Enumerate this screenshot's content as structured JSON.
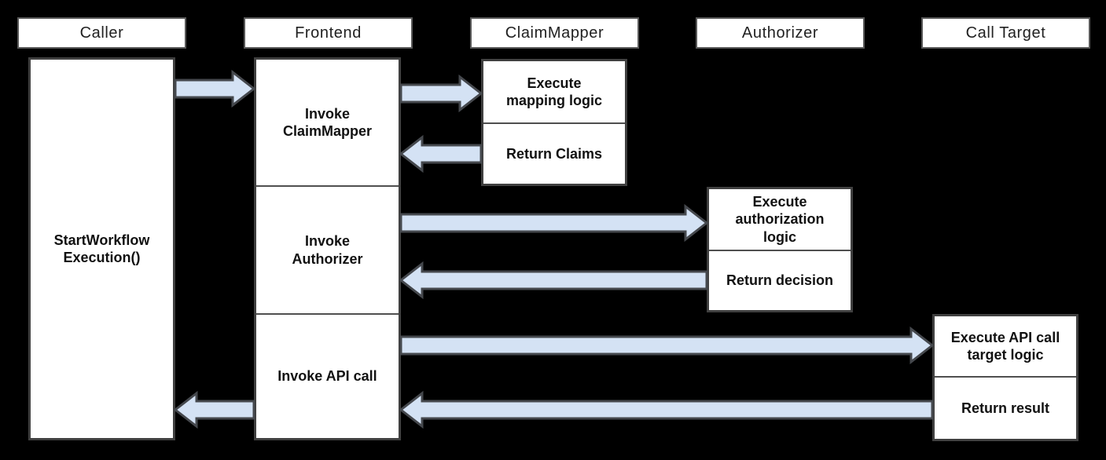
{
  "colors": {
    "background": "#000000",
    "box_fill": "#ffffff",
    "box_border": "#404040",
    "header_border": "#595959",
    "arrow_fill": "#d4e2f4",
    "arrow_border": "#45484d",
    "text": "#111111"
  },
  "lanes": [
    {
      "label": "Caller"
    },
    {
      "label": "Frontend"
    },
    {
      "label": "ClaimMapper"
    },
    {
      "label": "Authorizer"
    },
    {
      "label": "Call Target"
    }
  ],
  "activities": {
    "caller": {
      "label": "StartWorkflow\nExecution()"
    },
    "frontend": {
      "steps": [
        {
          "label": "Invoke\nClaimMapper"
        },
        {
          "label": "Invoke\nAuthorizer"
        },
        {
          "label": "Invoke API call"
        }
      ]
    },
    "claimmapper": {
      "steps": [
        {
          "label": "Execute\nmapping logic"
        },
        {
          "label": "Return Claims"
        }
      ]
    },
    "authorizer": {
      "steps": [
        {
          "label": "Execute\nauthorization\nlogic"
        },
        {
          "label": "Return decision"
        }
      ]
    },
    "call_target": {
      "steps": [
        {
          "label": "Execute API call\ntarget logic"
        },
        {
          "label": "Return result"
        }
      ]
    }
  },
  "flows": [
    {
      "from": "Caller / StartWorkflowExecution()",
      "to": "Frontend / Invoke ClaimMapper",
      "direction": "right"
    },
    {
      "from": "Frontend / Invoke ClaimMapper",
      "to": "ClaimMapper / Execute mapping logic",
      "direction": "right"
    },
    {
      "from": "ClaimMapper / Return Claims",
      "to": "Frontend / Invoke ClaimMapper",
      "direction": "left"
    },
    {
      "from": "Frontend / Invoke Authorizer",
      "to": "Authorizer / Execute authorization logic",
      "direction": "right"
    },
    {
      "from": "Authorizer / Return decision",
      "to": "Frontend / Invoke Authorizer",
      "direction": "left"
    },
    {
      "from": "Frontend / Invoke API call",
      "to": "Call Target / Execute API call target logic",
      "direction": "right"
    },
    {
      "from": "Call Target / Return result",
      "to": "Frontend / Invoke API call",
      "direction": "left"
    },
    {
      "from": "Frontend / Invoke API call",
      "to": "Caller / StartWorkflowExecution()",
      "direction": "left"
    }
  ]
}
